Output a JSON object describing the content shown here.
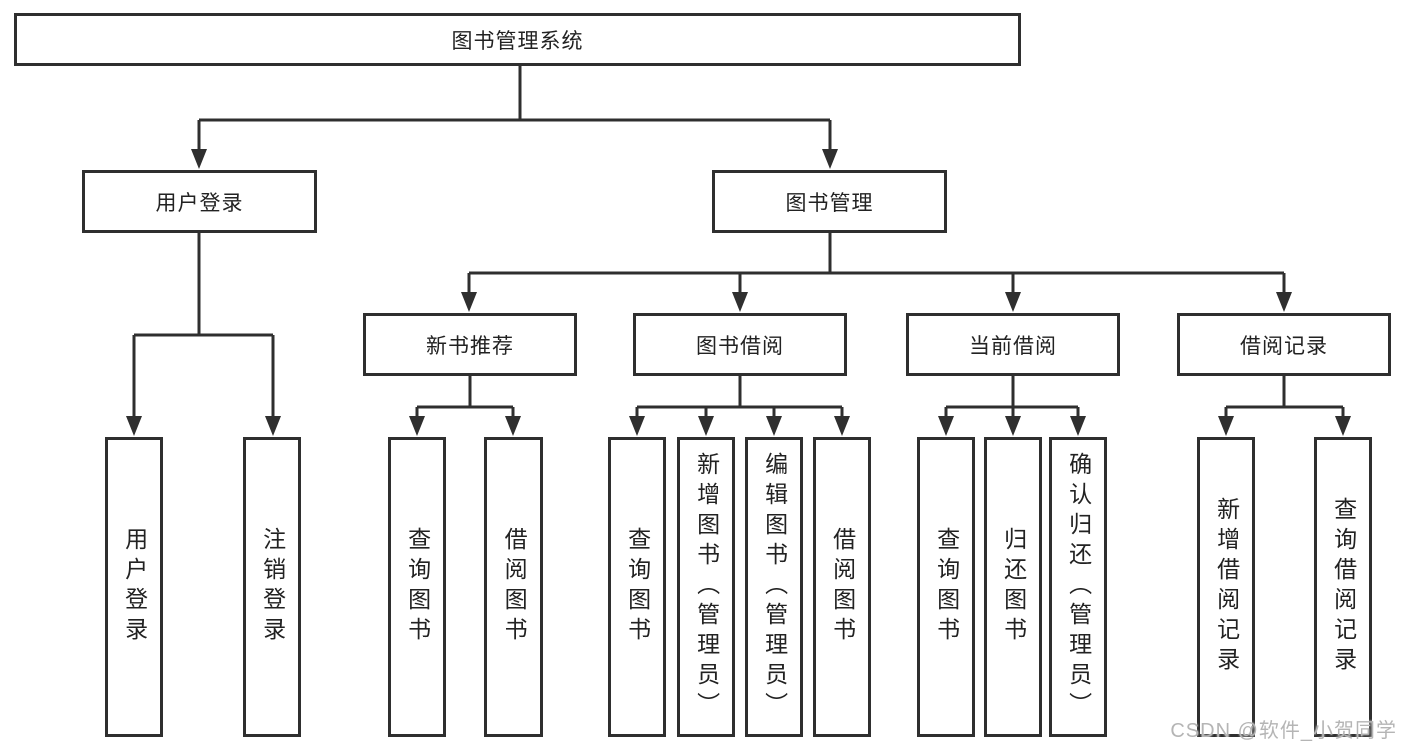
{
  "diagram": {
    "root": {
      "label": "图书管理系统"
    },
    "branches": [
      {
        "label": "用户登录",
        "children": [
          "用户登录",
          "注销登录"
        ]
      },
      {
        "label": "图书管理",
        "groups": [
          {
            "label": "新书推荐",
            "children": [
              "查询图书",
              "借阅图书"
            ]
          },
          {
            "label": "图书借阅",
            "children": [
              "查询图书",
              "新增图书（管理员）",
              "编辑图书（管理员）",
              "借阅图书"
            ]
          },
          {
            "label": "当前借阅",
            "children": [
              "查询图书",
              "归还图书",
              "确认归还（管理员）"
            ]
          },
          {
            "label": "借阅记录",
            "children": [
              "新增借阅记录",
              "查询借阅记录"
            ]
          }
        ]
      }
    ]
  },
  "watermark": {
    "text": "CSDN @软件_小贺同学"
  },
  "colors": {
    "line": "#2f2f2f",
    "box_border": "#2f2f2f",
    "text": "#222222",
    "watermark": "#b5b5b5",
    "background": "#ffffff"
  }
}
